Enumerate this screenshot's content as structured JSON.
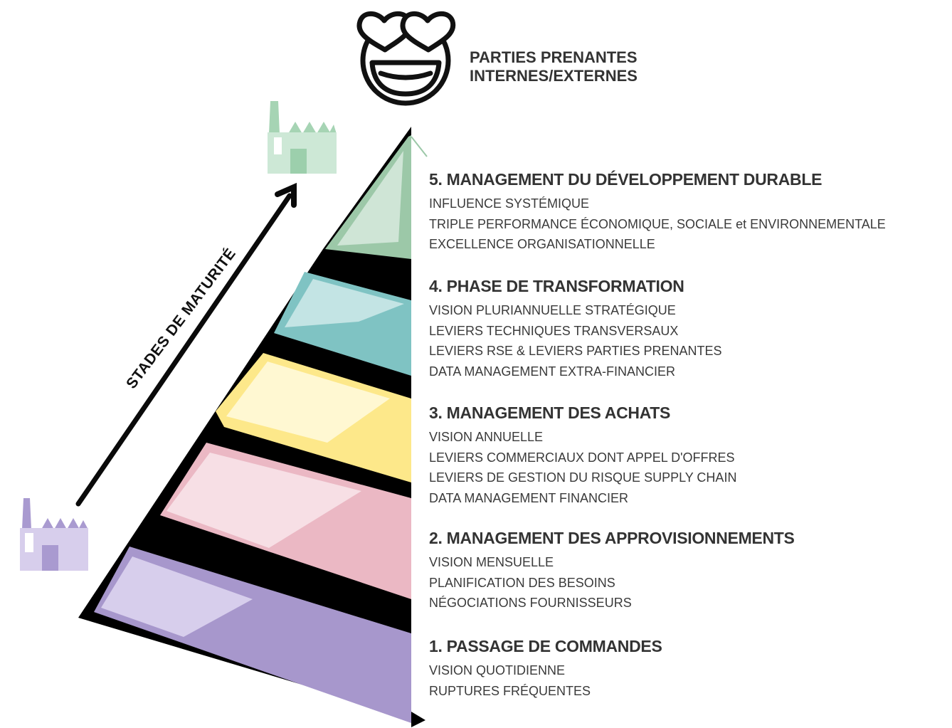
{
  "header": {
    "lines": [
      "PARTIES PRENANTES",
      "INTERNES/EXTERNES"
    ]
  },
  "arrow": {
    "label": "STADES DE MATURITÉ"
  },
  "levels": [
    {
      "title": "5. MANAGEMENT DU DÉVELOPPEMENT DURABLE",
      "items": [
        "INFLUENCE SYSTÉMIQUE",
        "TRIPLE PERFORMANCE ÉCONOMIQUE, SOCIALE et ENVIRONNEMENTALE",
        "EXCELLENCE ORGANISATIONNELLE"
      ],
      "color": "#9cc8a8"
    },
    {
      "title": "4. PHASE DE TRANSFORMATION",
      "items": [
        "VISION PLURIANNUELLE STRATÉGIQUE",
        "LEVIERS TECHNIQUES TRANSVERSAUX",
        "LEVIERS RSE & LEVIERS PARTIES PRENANTES",
        "DATA MANAGEMENT EXTRA-FINANCIER"
      ],
      "color": "#7fc3c3"
    },
    {
      "title": "3. MANAGEMENT DES ACHATS",
      "items": [
        "VISION ANNUELLE",
        "LEVIERS COMMERCIAUX DONT APPEL D'OFFRES",
        "LEVIERS DE GESTION DU RISQUE SUPPLY CHAIN",
        "DATA MANAGEMENT FINANCIER"
      ],
      "color": "#fde88a"
    },
    {
      "title": "2. MANAGEMENT DES APPROVISIONNEMENTS",
      "items": [
        "VISION MENSUELLE",
        "PLANIFICATION DES BESOINS",
        "NÉGOCIATIONS FOURNISSEURS"
      ],
      "color": "#ebb8c4"
    },
    {
      "title": "1. PASSAGE DE COMMANDES",
      "items": [
        "VISION QUOTIDIENNE",
        "RUPTURES FRÉQUENTES"
      ],
      "color": "#a797cc"
    }
  ]
}
